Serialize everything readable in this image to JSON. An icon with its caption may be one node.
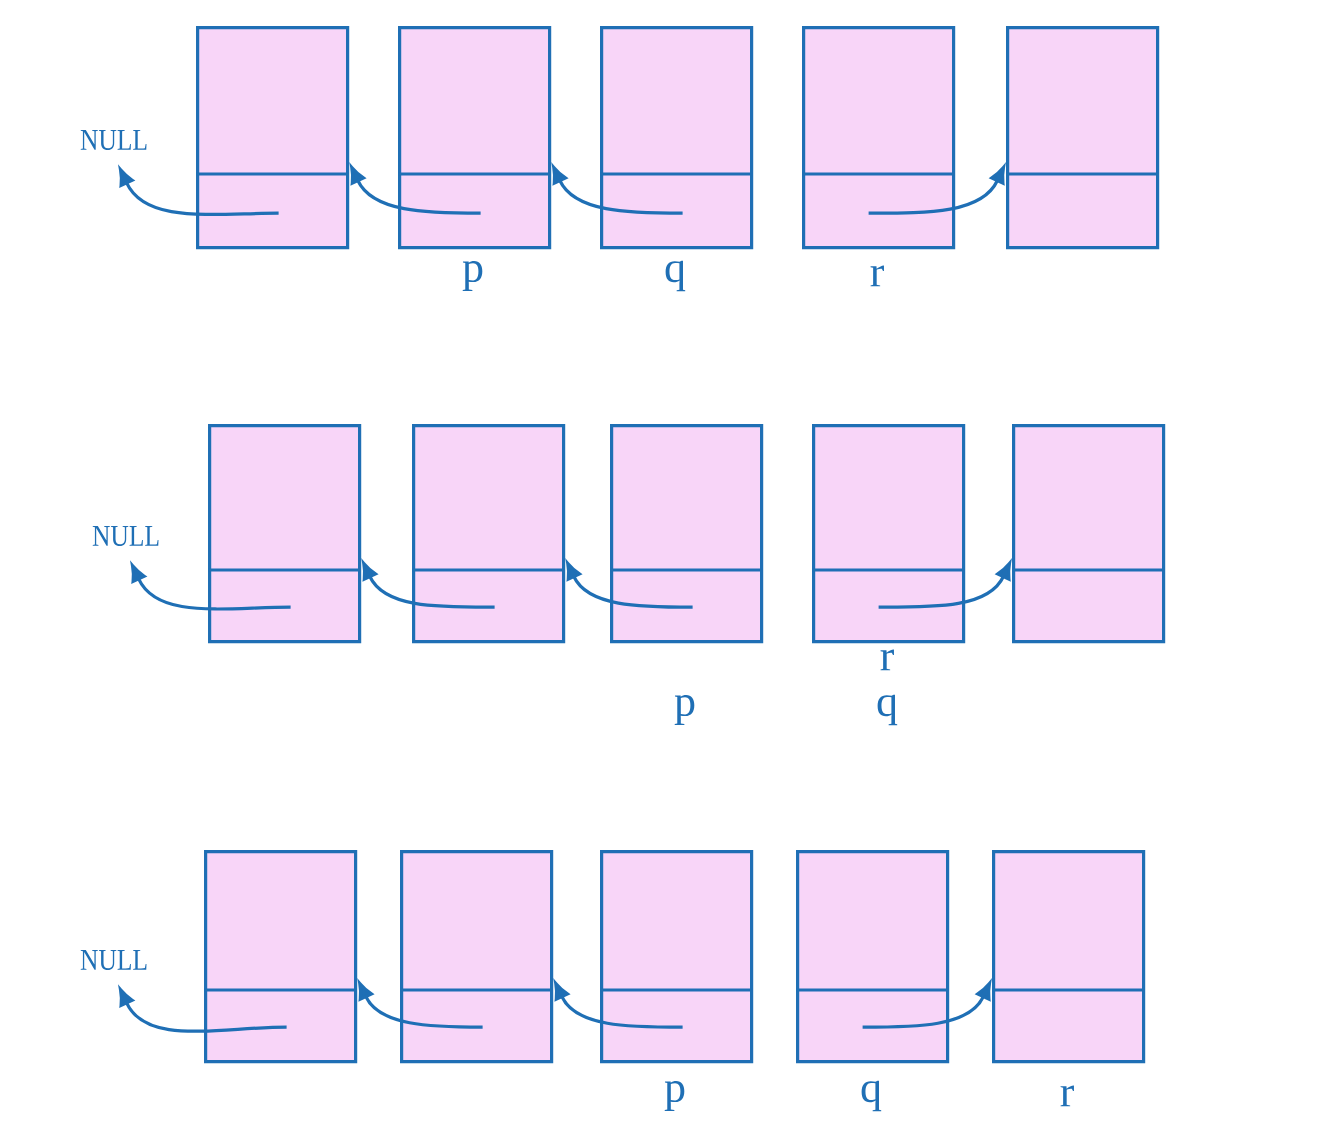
{
  "diagram": {
    "nodes": [
      {
        "text": [
          "NULL"
        ]
      },
      {
        "text": [],
        "shape": "box"
      },
      {
        "text": [],
        "shape": "box",
        "beside": [
          "p"
        ]
      },
      {
        "text": [],
        "shape": "box",
        "beside": [
          "q"
        ]
      },
      {
        "text": [],
        "shape": "box",
        "beside": [
          "r"
        ]
      },
      {
        "text": [],
        "shape": "box"
      },
      {
        "text": [
          "NULL"
        ]
      },
      {
        "text": [],
        "shape": "box"
      },
      {
        "text": [],
        "shape": "box"
      },
      {
        "text": [],
        "shape": "box",
        "beside": [
          "p"
        ]
      },
      {
        "text": [],
        "shape": "box",
        "beside": [
          "r",
          "q"
        ]
      },
      {
        "text": [],
        "shape": "box"
      },
      {
        "text": [
          "NULL"
        ]
      },
      {
        "text": [],
        "shape": "box"
      },
      {
        "text": [],
        "shape": "box"
      },
      {
        "text": [],
        "shape": "box",
        "beside": [
          "p"
        ]
      },
      {
        "text": [],
        "shape": "box",
        "beside": [
          "q"
        ]
      },
      {
        "text": [],
        "shape": "box",
        "beside": [
          "r"
        ]
      }
    ],
    "edges": [
      {
        "from": 1,
        "to": 0,
        "arrow": "to"
      },
      {
        "from": 2,
        "to": 1,
        "arrow": "to"
      },
      {
        "from": 3,
        "to": 2,
        "arrow": "to"
      },
      {
        "from": 4,
        "to": 5,
        "arrow": "to"
      },
      {
        "from": 7,
        "to": 6,
        "arrow": "to"
      },
      {
        "from": 8,
        "to": 7,
        "arrow": "to"
      },
      {
        "from": 9,
        "to": 8,
        "arrow": "to"
      },
      {
        "from": 10,
        "to": 11,
        "arrow": "to"
      },
      {
        "from": 13,
        "to": 12,
        "arrow": "to"
      },
      {
        "from": 14,
        "to": 13,
        "arrow": "to"
      },
      {
        "from": 15,
        "to": 14,
        "arrow": "to"
      },
      {
        "from": 16,
        "to": 17,
        "arrow": "to"
      }
    ]
  }
}
